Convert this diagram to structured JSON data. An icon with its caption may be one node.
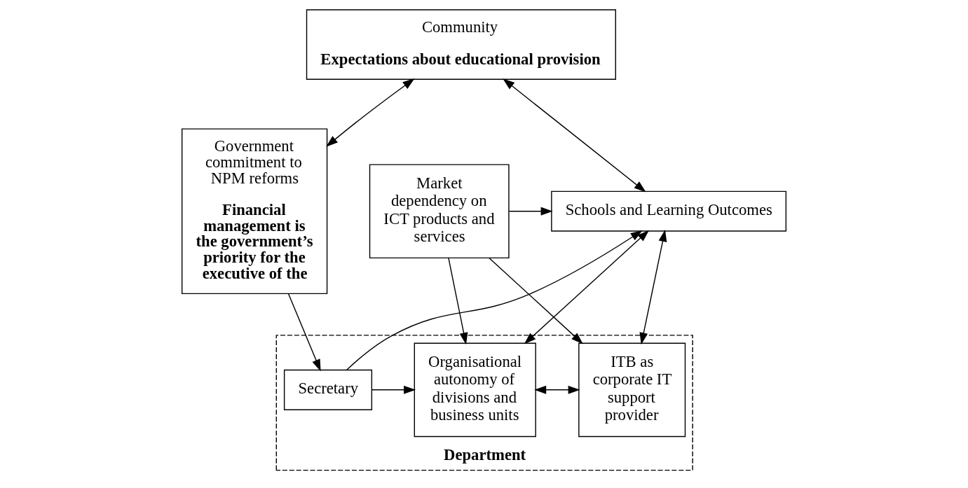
{
  "diagram": {
    "nodes": [
      {
        "text": [
          "Community",
          "Expectations about educational provision"
        ]
      },
      {
        "text": [
          "Government commitment to NPM reforms",
          "Financial management is the government’s priority for the executive of the"
        ]
      },
      {
        "text": [
          "Schools and Learning Outcomes"
        ]
      },
      {
        "text": [
          "Market dependency on ICT products and services"
        ]
      },
      {
        "text": [
          "Department"
        ]
      },
      {
        "text": [
          "Secretary"
        ],
        "in": 4
      },
      {
        "text": [
          "Organisational autonomy of divisions and business units"
        ],
        "in": 4
      },
      {
        "text": [
          "ITB as corporate IT support provider"
        ],
        "in": 4
      }
    ],
    "edges": [
      {
        "from": 0,
        "to": 1,
        "arrow": "both"
      },
      {
        "from": 0,
        "to": 2,
        "arrow": "both"
      },
      {
        "from": 3,
        "to": 2,
        "arrow": "to"
      },
      {
        "from": 2,
        "to": 6,
        "arrow": "both"
      },
      {
        "from": 2,
        "to": 7,
        "arrow": "both"
      },
      {
        "from": 5,
        "to": 2,
        "arrow": "to"
      },
      {
        "from": 1,
        "to": 5,
        "arrow": "to"
      },
      {
        "from": 5,
        "to": 6,
        "arrow": "to"
      },
      {
        "from": 6,
        "to": 7,
        "arrow": "both"
      },
      {
        "from": 3,
        "to": 7,
        "arrow": "to"
      },
      {
        "from": 3,
        "to": 6,
        "arrow": "to"
      }
    ]
  }
}
